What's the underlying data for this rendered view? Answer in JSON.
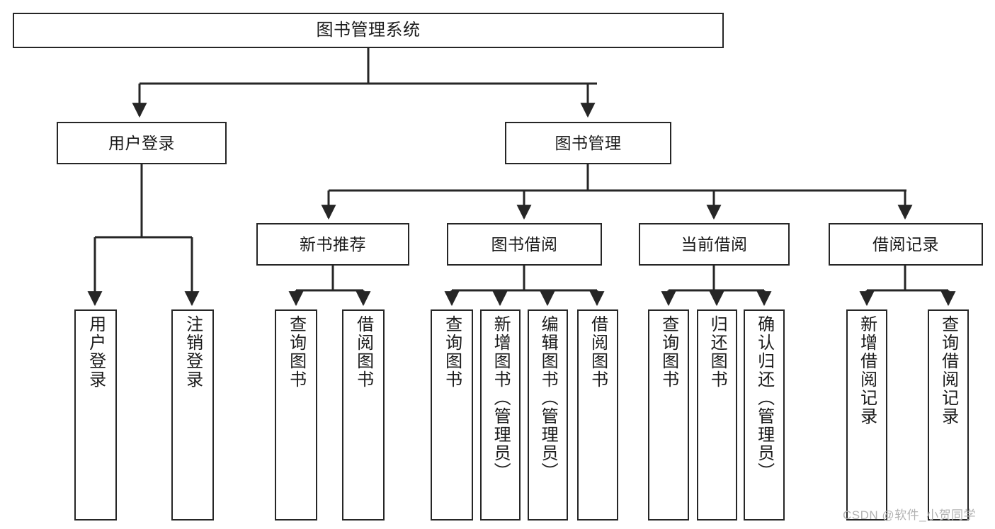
{
  "diagram": {
    "type": "tree-hierarchy-chart",
    "title": "图书管理系统",
    "background_color": "#ffffff",
    "line_color": "#262626",
    "box_border_color": "#262626",
    "text_color": "#1a1a1a",
    "root": {
      "id": "root",
      "label": "图书管理系统"
    },
    "level1": [
      {
        "id": "user-login",
        "label": "用户登录"
      },
      {
        "id": "book-manage",
        "label": "图书管理"
      }
    ],
    "level2": [
      {
        "id": "new-book-recommend",
        "label": "新书推荐",
        "parent": "book-manage"
      },
      {
        "id": "book-borrow",
        "label": "图书借阅",
        "parent": "book-manage"
      },
      {
        "id": "current-borrow",
        "label": "当前借阅",
        "parent": "book-manage"
      },
      {
        "id": "borrow-record",
        "label": "借阅记录",
        "parent": "book-manage"
      }
    ],
    "leaves": [
      {
        "id": "leaf-user-login",
        "label": "用户登录",
        "parent": "user-login"
      },
      {
        "id": "leaf-user-logout",
        "label": "注销登录",
        "parent": "user-login"
      },
      {
        "id": "leaf-query-book-1",
        "label": "查询图书",
        "parent": "new-book-recommend"
      },
      {
        "id": "leaf-borrow-book-1",
        "label": "借阅图书",
        "parent": "new-book-recommend"
      },
      {
        "id": "leaf-query-book-2",
        "label": "查询图书",
        "parent": "book-borrow"
      },
      {
        "id": "leaf-add-book",
        "label": "新增图书（管理员）",
        "parent": "book-borrow"
      },
      {
        "id": "leaf-edit-book",
        "label": "编辑图书（管理员）",
        "parent": "book-borrow"
      },
      {
        "id": "leaf-borrow-book-2",
        "label": "借阅图书",
        "parent": "book-borrow"
      },
      {
        "id": "leaf-query-book-3",
        "label": "查询图书",
        "parent": "current-borrow"
      },
      {
        "id": "leaf-return-book",
        "label": "归还图书",
        "parent": "current-borrow"
      },
      {
        "id": "leaf-confirm-return",
        "label": "确认归还（管理员）",
        "parent": "current-borrow"
      },
      {
        "id": "leaf-add-record",
        "label": "新增借阅记录",
        "parent": "borrow-record"
      },
      {
        "id": "leaf-query-record",
        "label": "查询借阅记录",
        "parent": "borrow-record"
      }
    ],
    "watermark": "CSDN @软件_小贺同学"
  }
}
